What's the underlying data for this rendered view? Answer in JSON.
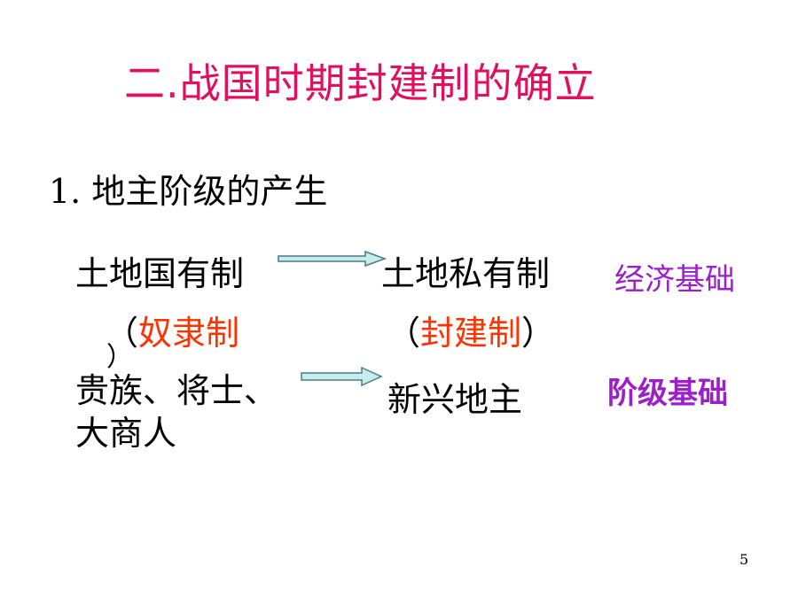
{
  "title": "二.战国时期封建制的确立",
  "subtitle": {
    "number": "1.",
    "text": "地主阶级的产生"
  },
  "row1": {
    "left": "土地国有制",
    "right": "土地私有制",
    "label": "经济基础"
  },
  "row2": {
    "left_open": "（",
    "left_text": "奴隶制",
    "left_close": "）",
    "right_open": "（",
    "right_text": "封建制",
    "right_close": "）"
  },
  "row3": {
    "left_line1": "贵族、将士、",
    "left_line2": "大商人",
    "right": "新兴地主",
    "label": "阶级基础"
  },
  "page_number": "5",
  "colors": {
    "title": "#e0105f",
    "highlight": "#ff3300",
    "label": "#9b20c8",
    "arrow_fill": "#c8ecec",
    "arrow_stroke": "#4a7a88"
  }
}
